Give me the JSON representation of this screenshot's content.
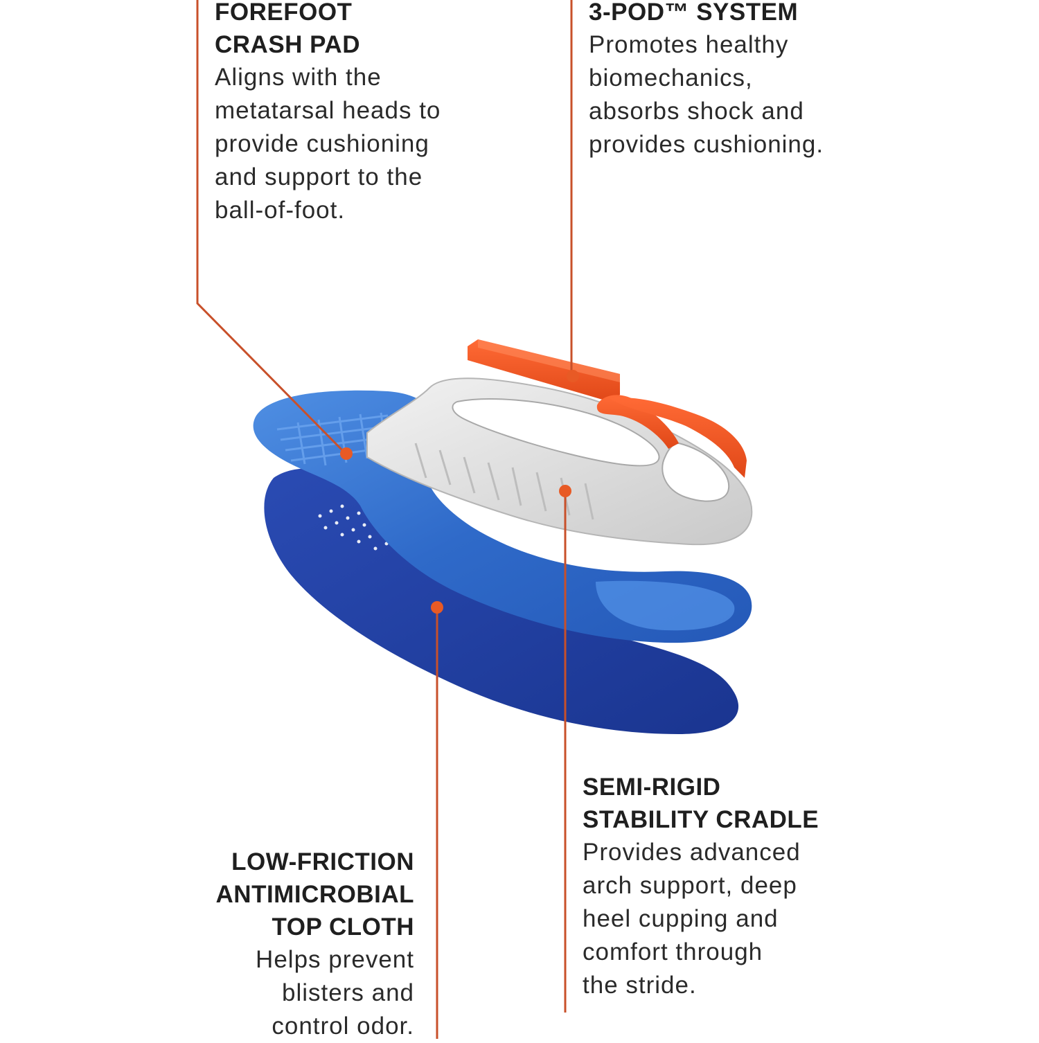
{
  "callouts": {
    "forefoot": {
      "title_lines": [
        "FOREFOOT",
        "CRASH PAD"
      ],
      "body_lines": [
        "Aligns with the",
        "metatarsal heads to",
        "provide cushioning",
        "and support to the",
        "ball-of-foot."
      ]
    },
    "pod": {
      "title_lines": [
        "3-POD™ SYSTEM"
      ],
      "body_lines": [
        "Promotes healthy",
        "biomechanics,",
        "absorbs shock and",
        "provides cushioning."
      ]
    },
    "cradle": {
      "title_lines": [
        "SEMI-RIGID",
        "STABILITY CRADLE"
      ],
      "body_lines": [
        "Provides advanced",
        "arch support, deep",
        "heel cupping and",
        "comfort through",
        "the stride."
      ]
    },
    "topcloth": {
      "title_lines": [
        "LOW-FRICTION",
        "ANTIMICROBIAL",
        "TOP CLOTH"
      ],
      "body_lines": [
        "Helps prevent",
        "blisters and",
        "control odor."
      ]
    }
  },
  "colors": {
    "leader": "#c8502a",
    "pod": "#f05a28",
    "gel": "#3a7bd5",
    "top_cloth": "#1f3f9e",
    "cradle": "#dcdcdc"
  }
}
